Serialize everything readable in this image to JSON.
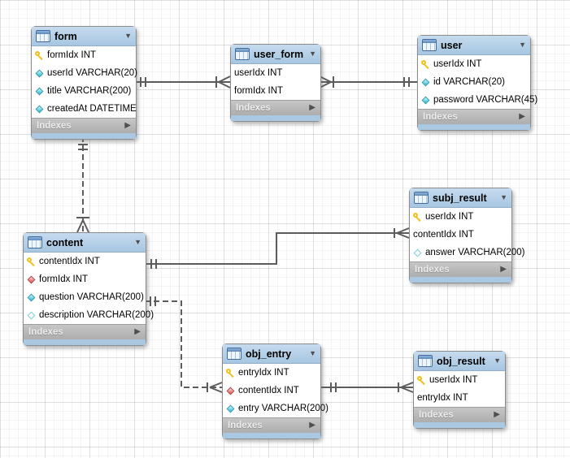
{
  "diagram": {
    "app": "EER database diagram",
    "glyphs": {
      "collapse": "▼",
      "expand": "▶"
    },
    "colors": {
      "table_header": "#a6c6e1",
      "footer_gray": "#b3b3b3",
      "connector": "#5c5c5c",
      "pk_icon": "#efc01a",
      "notnull_diamond": "#6fd6e5",
      "fk_diamond": "#ef8c8c"
    },
    "tables": [
      {
        "name": "form",
        "footer": "Indexes",
        "columns": [
          {
            "icon": "key",
            "text": "formIdx INT"
          },
          {
            "icon": "diamond-blue",
            "text": "userId VARCHAR(20)"
          },
          {
            "icon": "diamond-blue",
            "text": "title VARCHAR(200)"
          },
          {
            "icon": "diamond-blue",
            "text": "createdAt DATETIME"
          }
        ]
      },
      {
        "name": "user_form",
        "footer": "Indexes",
        "columns": [
          {
            "icon": "none",
            "text": "userIdx INT"
          },
          {
            "icon": "none",
            "text": "formIdx INT"
          }
        ]
      },
      {
        "name": "user",
        "footer": "Indexes",
        "columns": [
          {
            "icon": "key",
            "text": "userIdx INT"
          },
          {
            "icon": "diamond-blue",
            "text": "id VARCHAR(20)"
          },
          {
            "icon": "diamond-blue",
            "text": "password VARCHAR(45)"
          }
        ]
      },
      {
        "name": "subj_result",
        "footer": "Indexes",
        "columns": [
          {
            "icon": "key",
            "text": "userIdx INT"
          },
          {
            "icon": "none",
            "text": "contentIdx INT"
          },
          {
            "icon": "diamond-hollow",
            "text": "answer VARCHAR(200)"
          }
        ]
      },
      {
        "name": "content",
        "footer": "Indexes",
        "columns": [
          {
            "icon": "key",
            "text": "contentIdx INT"
          },
          {
            "icon": "diamond-red",
            "text": "formIdx INT"
          },
          {
            "icon": "diamond-blue",
            "text": "question VARCHAR(200)"
          },
          {
            "icon": "diamond-hollow",
            "text": "description VARCHAR(200)"
          }
        ]
      },
      {
        "name": "obj_entry",
        "footer": "Indexes",
        "columns": [
          {
            "icon": "key",
            "text": "entryIdx INT"
          },
          {
            "icon": "diamond-red",
            "text": "contentIdx INT"
          },
          {
            "icon": "diamond-blue",
            "text": "entry VARCHAR(200)"
          }
        ]
      },
      {
        "name": "obj_result",
        "footer": "Indexes",
        "columns": [
          {
            "icon": "key",
            "text": "userIdx INT"
          },
          {
            "icon": "none",
            "text": "entryIdx INT"
          }
        ]
      }
    ],
    "relationships": [
      {
        "from": "form",
        "to": "user_form",
        "from_cardinality": "one",
        "to_cardinality": "many",
        "line": "solid"
      },
      {
        "from": "user",
        "to": "user_form",
        "from_cardinality": "one",
        "to_cardinality": "many",
        "line": "solid"
      },
      {
        "from": "form",
        "to": "content",
        "from_cardinality": "one",
        "to_cardinality": "many",
        "line": "dashed"
      },
      {
        "from": "content",
        "to": "subj_result",
        "from_cardinality": "one",
        "to_cardinality": "many",
        "line": "solid"
      },
      {
        "from": "content",
        "to": "obj_entry",
        "from_cardinality": "one",
        "to_cardinality": "many",
        "line": "dashed"
      },
      {
        "from": "obj_entry",
        "to": "obj_result",
        "from_cardinality": "one",
        "to_cardinality": "many",
        "line": "solid"
      }
    ]
  }
}
